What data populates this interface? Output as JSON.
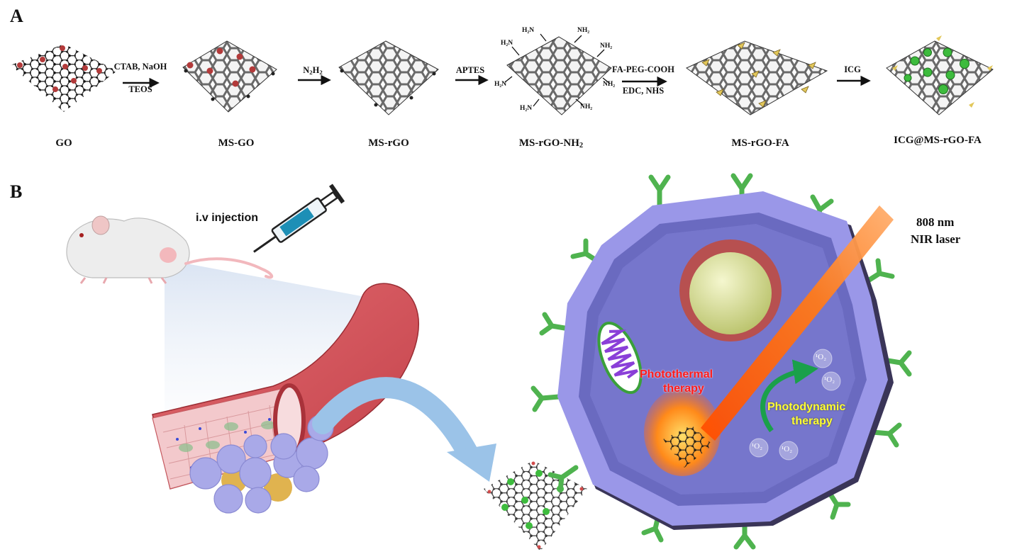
{
  "panel_a": {
    "letter": "A",
    "steps": [
      {
        "name": "GO"
      },
      {
        "name": "MS-GO"
      },
      {
        "name": "MS-rGO"
      },
      {
        "name": "MS-rGO-NH",
        "sub": "2"
      },
      {
        "name": "MS-rGO-FA"
      },
      {
        "name": "ICG@MS-rGO-FA"
      }
    ],
    "arrows": [
      {
        "top": "CTAB,  NaOH",
        "bottom": "TEOS"
      },
      {
        "top": "N",
        "top_sub": "2",
        "top_tail": "H",
        "top_sub2": "2",
        "bottom": ""
      },
      {
        "top": "APTES",
        "bottom": ""
      },
      {
        "top": "FA-PEG-COOH",
        "bottom": "EDC,  NHS"
      },
      {
        "top": "ICG",
        "bottom": ""
      }
    ],
    "amine_labels": [
      "H₂N",
      "NH₂",
      "H₂N",
      "NH₂",
      "H₂N",
      "NH₂",
      "H₂N",
      "NH₂"
    ]
  },
  "panel_b": {
    "letter": "B",
    "injection_label": "i.v injection",
    "laser_label_line1": "808 nm",
    "laser_label_line2": "NIR laser",
    "ptt_line1": "Photothermal",
    "ptt_line2": "therapy",
    "pdt_line1": "Photodynamic",
    "pdt_line2": "therapy",
    "singlet_oxygen": "¹O₂"
  },
  "colors": {
    "cell_membrane": "#9a97e8",
    "cytoplasm": "#6a6ac0",
    "nucleus": "#e3e8a2",
    "nuclear_envelope": "#b75050",
    "receptor": "#4fb34f",
    "laser": "#ff6a10",
    "vessel": "#d9535a",
    "ptt_text": "#ff1a1a",
    "pdt_text": "#ffff33",
    "flow_arrow": "#9bc3e8",
    "curved_arrow": "#1aa04a"
  }
}
